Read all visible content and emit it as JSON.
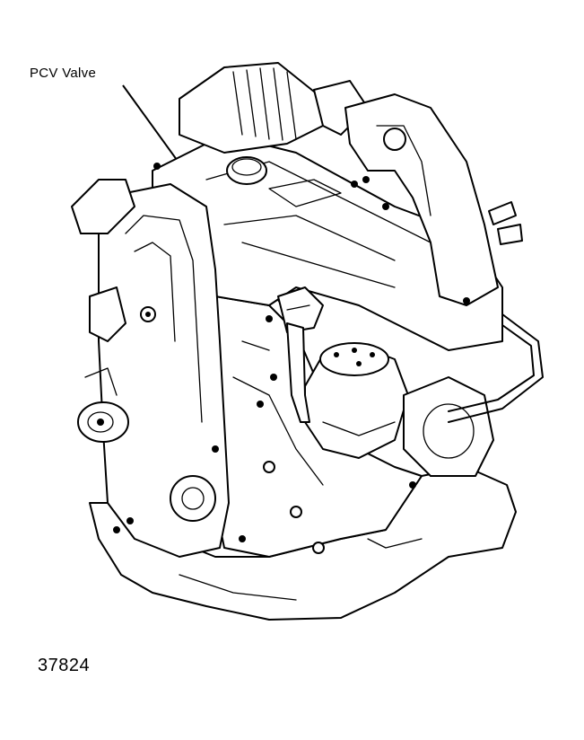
{
  "diagram": {
    "type": "technical-illustration",
    "subject": "engine assembly line drawing",
    "callouts": [
      {
        "label": "PCV Valve",
        "target": "PCV valve on intake side of cylinder head"
      }
    ],
    "figure_number": "37824"
  }
}
